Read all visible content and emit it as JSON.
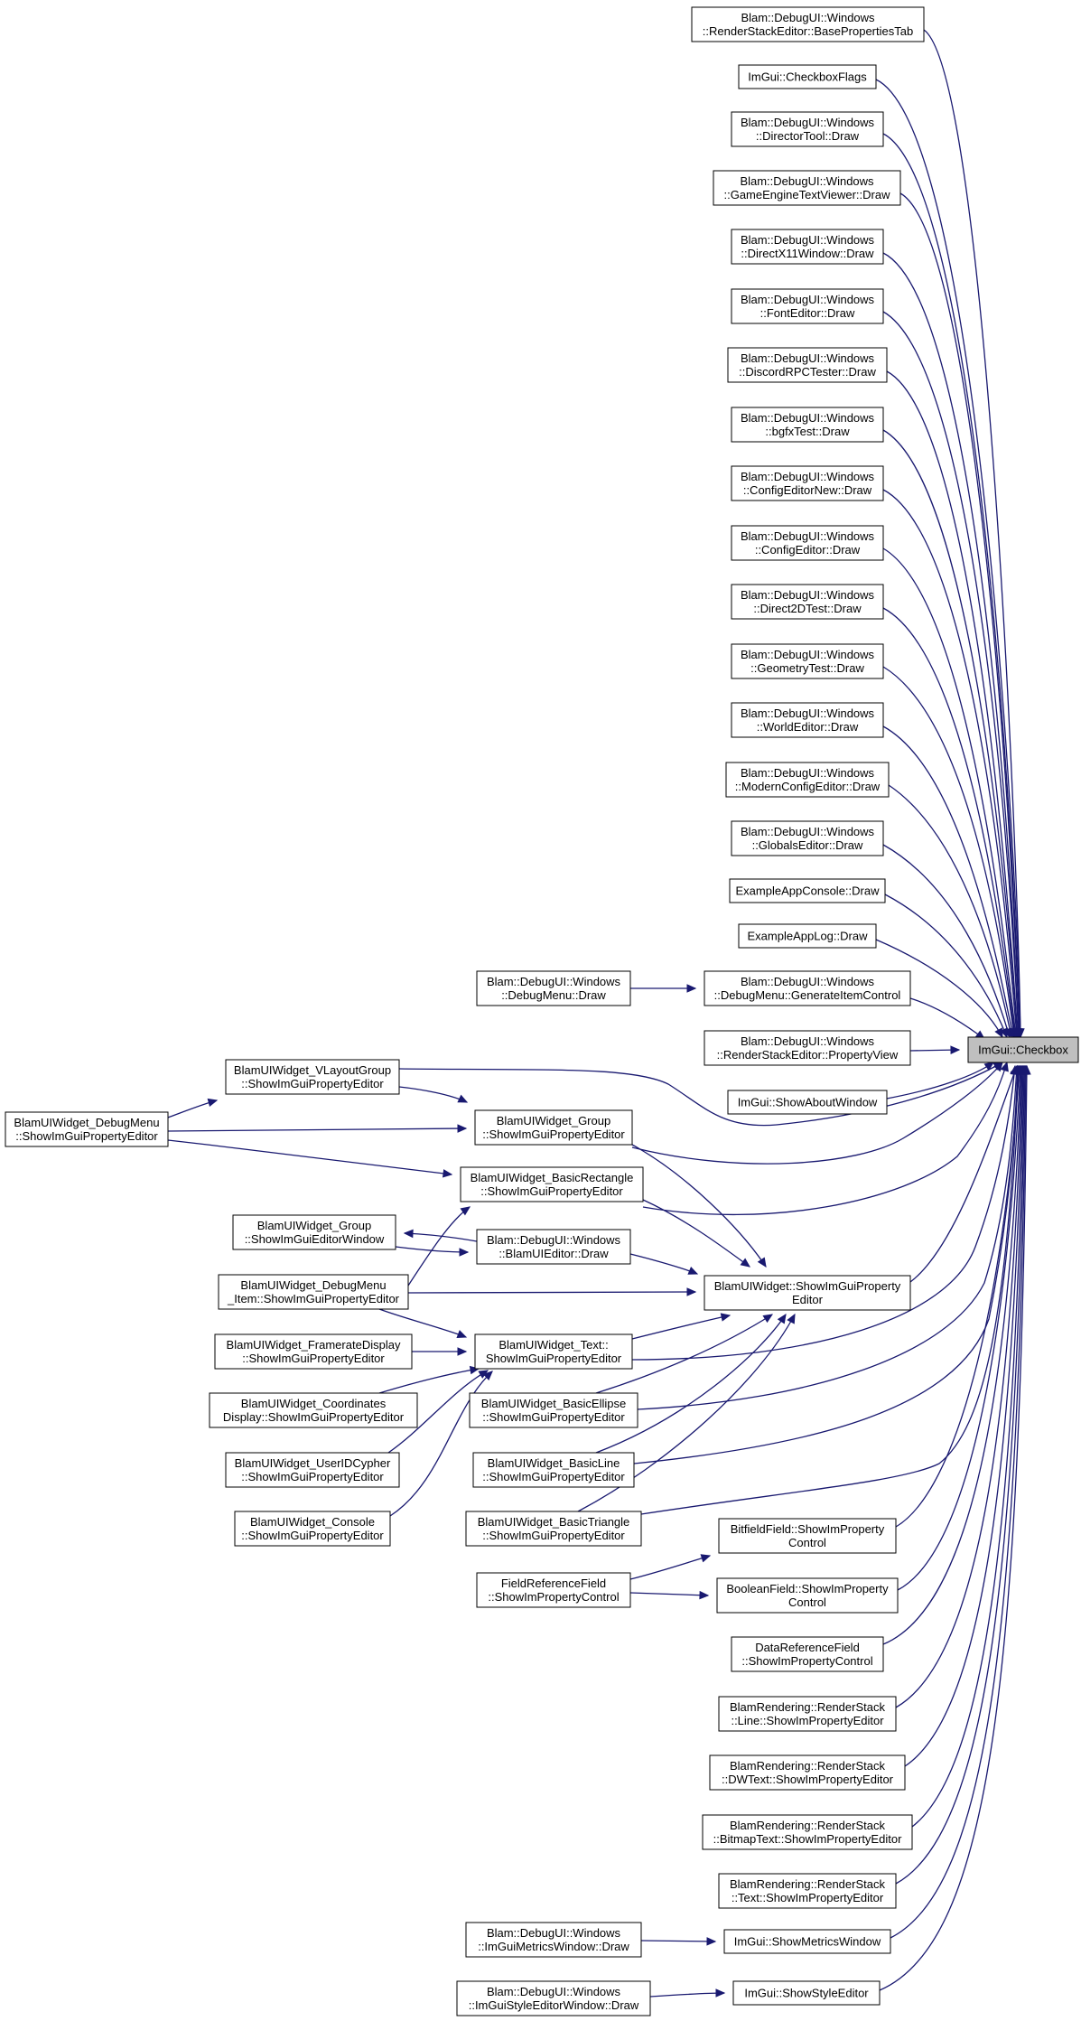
{
  "graph": {
    "root": "n_root",
    "nodes": [
      {
        "id": "n_root",
        "lines": [
          "ImGui::Checkbox"
        ],
        "root": true
      },
      {
        "id": "n1",
        "lines": [
          "Blam::DebugUI::Windows",
          "::RenderStackEditor::BasePropertiesTab"
        ]
      },
      {
        "id": "n2",
        "lines": [
          "ImGui::CheckboxFlags"
        ]
      },
      {
        "id": "n3",
        "lines": [
          "Blam::DebugUI::Windows",
          "::DirectorTool::Draw"
        ]
      },
      {
        "id": "n4",
        "lines": [
          "Blam::DebugUI::Windows",
          "::GameEngineTextViewer::Draw"
        ]
      },
      {
        "id": "n5",
        "lines": [
          "Blam::DebugUI::Windows",
          "::DirectX11Window::Draw"
        ]
      },
      {
        "id": "n6",
        "lines": [
          "Blam::DebugUI::Windows",
          "::FontEditor::Draw"
        ]
      },
      {
        "id": "n7",
        "lines": [
          "Blam::DebugUI::Windows",
          "::DiscordRPCTester::Draw"
        ]
      },
      {
        "id": "n8",
        "lines": [
          "Blam::DebugUI::Windows",
          "::bgfxTest::Draw"
        ]
      },
      {
        "id": "n9",
        "lines": [
          "Blam::DebugUI::Windows",
          "::ConfigEditorNew::Draw"
        ]
      },
      {
        "id": "n10",
        "lines": [
          "Blam::DebugUI::Windows",
          "::ConfigEditor::Draw"
        ]
      },
      {
        "id": "n11",
        "lines": [
          "Blam::DebugUI::Windows",
          "::Direct2DTest::Draw"
        ]
      },
      {
        "id": "n12",
        "lines": [
          "Blam::DebugUI::Windows",
          "::GeometryTest::Draw"
        ]
      },
      {
        "id": "n13",
        "lines": [
          "Blam::DebugUI::Windows",
          "::WorldEditor::Draw"
        ]
      },
      {
        "id": "n14",
        "lines": [
          "Blam::DebugUI::Windows",
          "::ModernConfigEditor::Draw"
        ]
      },
      {
        "id": "n15",
        "lines": [
          "Blam::DebugUI::Windows",
          "::GlobalsEditor::Draw"
        ]
      },
      {
        "id": "n16",
        "lines": [
          "ExampleAppConsole::Draw"
        ]
      },
      {
        "id": "n17",
        "lines": [
          "ExampleAppLog::Draw"
        ]
      },
      {
        "id": "n18",
        "lines": [
          "Blam::DebugUI::Windows",
          "::DebugMenu::GenerateItemControl"
        ]
      },
      {
        "id": "n19",
        "lines": [
          "Blam::DebugUI::Windows",
          "::DebugMenu::Draw"
        ]
      },
      {
        "id": "n20",
        "lines": [
          "Blam::DebugUI::Windows",
          "::RenderStackEditor::PropertyView"
        ]
      },
      {
        "id": "n21",
        "lines": [
          "ImGui::ShowAboutWindow"
        ]
      },
      {
        "id": "n22",
        "lines": [
          "BlamUIWidget_VLayoutGroup",
          "::ShowImGuiPropertyEditor"
        ]
      },
      {
        "id": "n23",
        "lines": [
          "BlamUIWidget_DebugMenu",
          "::ShowImGuiPropertyEditor"
        ]
      },
      {
        "id": "n24",
        "lines": [
          "BlamUIWidget_Group",
          "::ShowImGuiPropertyEditor"
        ]
      },
      {
        "id": "n25",
        "lines": [
          "BlamUIWidget_BasicRectangle",
          "::ShowImGuiPropertyEditor"
        ]
      },
      {
        "id": "n26",
        "lines": [
          "BlamUIWidget_Group",
          "::ShowImGuiEditorWindow"
        ]
      },
      {
        "id": "n27",
        "lines": [
          "Blam::DebugUI::Windows",
          "::BlamUIEditor::Draw"
        ]
      },
      {
        "id": "n28",
        "lines": [
          "BlamUIWidget_DebugMenu",
          "_Item::ShowImGuiPropertyEditor"
        ]
      },
      {
        "id": "n29",
        "lines": [
          "BlamUIWidget::ShowImGuiProperty",
          "Editor"
        ]
      },
      {
        "id": "n30",
        "lines": [
          "BlamUIWidget_FramerateDisplay",
          "::ShowImGuiPropertyEditor"
        ]
      },
      {
        "id": "n31",
        "lines": [
          "BlamUIWidget_Text::",
          "ShowImGuiPropertyEditor"
        ]
      },
      {
        "id": "n32",
        "lines": [
          "BlamUIWidget_Coordinates",
          "Display::ShowImGuiPropertyEditor"
        ]
      },
      {
        "id": "n33",
        "lines": [
          "BlamUIWidget_BasicEllipse",
          "::ShowImGuiPropertyEditor"
        ]
      },
      {
        "id": "n34",
        "lines": [
          "BlamUIWidget_UserIDCypher",
          "::ShowImGuiPropertyEditor"
        ]
      },
      {
        "id": "n35",
        "lines": [
          "BlamUIWidget_BasicLine",
          "::ShowImGuiPropertyEditor"
        ]
      },
      {
        "id": "n36",
        "lines": [
          "BlamUIWidget_Console",
          "::ShowImGuiPropertyEditor"
        ]
      },
      {
        "id": "n37",
        "lines": [
          "BlamUIWidget_BasicTriangle",
          "::ShowImGuiPropertyEditor"
        ]
      },
      {
        "id": "n38",
        "lines": [
          "BitfieldField::ShowImProperty",
          "Control"
        ]
      },
      {
        "id": "n39",
        "lines": [
          "FieldReferenceField",
          "::ShowImPropertyControl"
        ]
      },
      {
        "id": "n40",
        "lines": [
          "BooleanField::ShowImProperty",
          "Control"
        ]
      },
      {
        "id": "n41",
        "lines": [
          "DataReferenceField",
          "::ShowImPropertyControl"
        ]
      },
      {
        "id": "n42",
        "lines": [
          "BlamRendering::RenderStack",
          "::Line::ShowImPropertyEditor"
        ]
      },
      {
        "id": "n43",
        "lines": [
          "BlamRendering::RenderStack",
          "::DWText::ShowImPropertyEditor"
        ]
      },
      {
        "id": "n44",
        "lines": [
          "BlamRendering::RenderStack",
          "::BitmapText::ShowImPropertyEditor"
        ]
      },
      {
        "id": "n45",
        "lines": [
          "BlamRendering::RenderStack",
          "::Text::ShowImPropertyEditor"
        ]
      },
      {
        "id": "n46",
        "lines": [
          "ImGui::ShowMetricsWindow"
        ]
      },
      {
        "id": "n47",
        "lines": [
          "Blam::DebugUI::Windows",
          "::ImGuiMetricsWindow::Draw"
        ]
      },
      {
        "id": "n48",
        "lines": [
          "ImGui::ShowStyleEditor"
        ]
      },
      {
        "id": "n49",
        "lines": [
          "Blam::DebugUI::Windows",
          "::ImGuiStyleEditorWindow::Draw"
        ]
      }
    ],
    "edges": [
      {
        "from": "n1",
        "to": "n_root"
      },
      {
        "from": "n2",
        "to": "n_root"
      },
      {
        "from": "n3",
        "to": "n_root"
      },
      {
        "from": "n4",
        "to": "n_root"
      },
      {
        "from": "n5",
        "to": "n_root"
      },
      {
        "from": "n6",
        "to": "n_root"
      },
      {
        "from": "n7",
        "to": "n_root"
      },
      {
        "from": "n8",
        "to": "n_root"
      },
      {
        "from": "n9",
        "to": "n_root"
      },
      {
        "from": "n10",
        "to": "n_root"
      },
      {
        "from": "n11",
        "to": "n_root"
      },
      {
        "from": "n12",
        "to": "n_root"
      },
      {
        "from": "n13",
        "to": "n_root"
      },
      {
        "from": "n14",
        "to": "n_root"
      },
      {
        "from": "n15",
        "to": "n_root"
      },
      {
        "from": "n16",
        "to": "n_root"
      },
      {
        "from": "n17",
        "to": "n_root"
      },
      {
        "from": "n18",
        "to": "n_root"
      },
      {
        "from": "n19",
        "to": "n18"
      },
      {
        "from": "n20",
        "to": "n_root"
      },
      {
        "from": "n21",
        "to": "n_root"
      },
      {
        "from": "n22",
        "to": "n_root"
      },
      {
        "from": "n22",
        "to": "n24"
      },
      {
        "from": "n23",
        "to": "n22"
      },
      {
        "from": "n23",
        "to": "n24"
      },
      {
        "from": "n23",
        "to": "n25"
      },
      {
        "from": "n24",
        "to": "n_root"
      },
      {
        "from": "n24",
        "to": "n29"
      },
      {
        "from": "n25",
        "to": "n_root"
      },
      {
        "from": "n25",
        "to": "n29"
      },
      {
        "from": "n27",
        "to": "n26"
      },
      {
        "from": "n26",
        "to": "n27"
      },
      {
        "from": "n27",
        "to": "n29"
      },
      {
        "from": "n28",
        "to": "n25"
      },
      {
        "from": "n28",
        "to": "n29"
      },
      {
        "from": "n28",
        "to": "n31"
      },
      {
        "from": "n29",
        "to": "n_root"
      },
      {
        "from": "n30",
        "to": "n31"
      },
      {
        "from": "n31",
        "to": "n_root"
      },
      {
        "from": "n31",
        "to": "n29"
      },
      {
        "from": "n32",
        "to": "n31"
      },
      {
        "from": "n34",
        "to": "n31"
      },
      {
        "from": "n36",
        "to": "n31"
      },
      {
        "from": "n33",
        "to": "n_root"
      },
      {
        "from": "n33",
        "to": "n29"
      },
      {
        "from": "n35",
        "to": "n_root"
      },
      {
        "from": "n35",
        "to": "n29"
      },
      {
        "from": "n37",
        "to": "n_root"
      },
      {
        "from": "n37",
        "to": "n29"
      },
      {
        "from": "n38",
        "to": "n_root"
      },
      {
        "from": "n39",
        "to": "n38"
      },
      {
        "from": "n39",
        "to": "n40"
      },
      {
        "from": "n40",
        "to": "n_root"
      },
      {
        "from": "n41",
        "to": "n_root"
      },
      {
        "from": "n42",
        "to": "n_root"
      },
      {
        "from": "n43",
        "to": "n_root"
      },
      {
        "from": "n44",
        "to": "n_root"
      },
      {
        "from": "n45",
        "to": "n_root"
      },
      {
        "from": "n46",
        "to": "n_root"
      },
      {
        "from": "n47",
        "to": "n46"
      },
      {
        "from": "n48",
        "to": "n_root"
      },
      {
        "from": "n49",
        "to": "n48"
      }
    ]
  }
}
